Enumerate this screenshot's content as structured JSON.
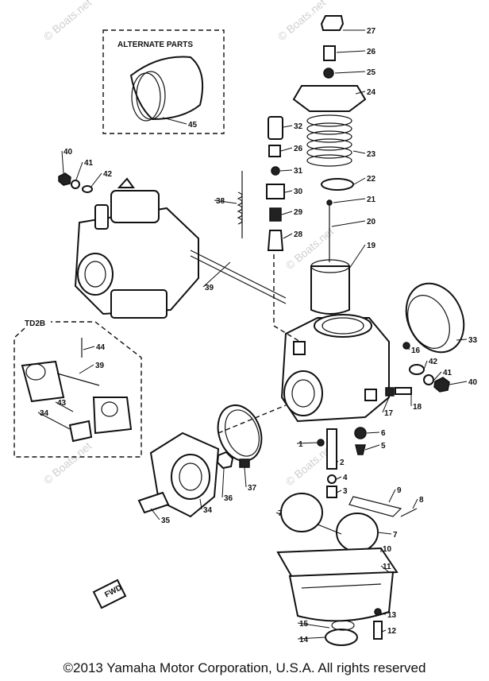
{
  "alternate_title": "ALTERNATE PARTS",
  "td2b_title": "TD2B",
  "watermark": "© Boats.net",
  "fwd_label": "FWD",
  "copyright": "©2013 Yamaha Motor Corporation, U.S.A. All rights reserved",
  "callouts": [
    "27",
    "26",
    "25",
    "24",
    "23",
    "22",
    "21",
    "20",
    "19",
    "32",
    "26",
    "31",
    "30",
    "29",
    "28",
    "38",
    "40",
    "41",
    "42",
    "45",
    "39",
    "44",
    "39",
    "43",
    "34",
    "33",
    "16",
    "42",
    "41",
    "40",
    "17",
    "18",
    "1",
    "2",
    "6",
    "5",
    "4",
    "3",
    "9",
    "8",
    "7",
    "7",
    "10",
    "11",
    "13",
    "12",
    "15",
    "14",
    "35",
    "36",
    "37",
    "34"
  ]
}
